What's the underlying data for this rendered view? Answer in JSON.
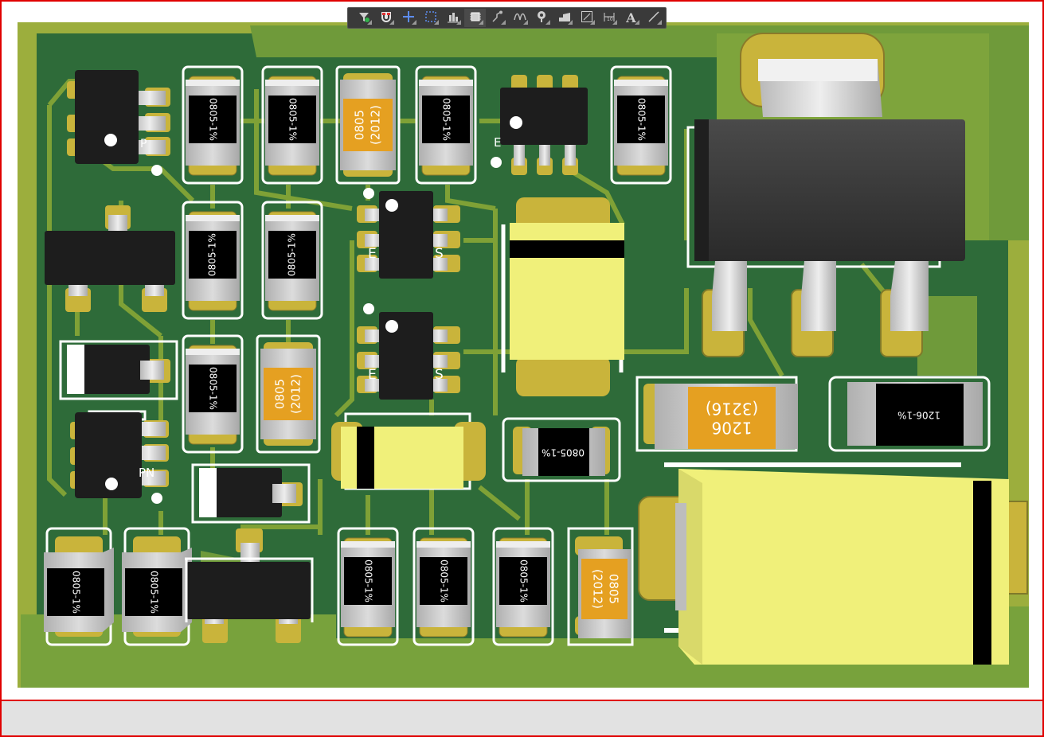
{
  "toolbar": {
    "tools": [
      {
        "name": "filter-tool-button",
        "icon": "filter-icon"
      },
      {
        "name": "snap-tool-button",
        "icon": "magnet-icon"
      },
      {
        "name": "cross-probe-button",
        "icon": "crosshair-icon"
      },
      {
        "name": "select-rect-button",
        "icon": "select-rect-icon"
      },
      {
        "name": "align-button",
        "icon": "align-icon"
      },
      {
        "name": "component-button",
        "icon": "chip-icon"
      },
      {
        "name": "route-button",
        "icon": "route-icon"
      },
      {
        "name": "diff-pair-button",
        "icon": "wave-icon"
      },
      {
        "name": "via-button",
        "icon": "via-icon"
      },
      {
        "name": "polygon-button",
        "icon": "polygon-icon"
      },
      {
        "name": "measure-button",
        "icon": "measure-icon"
      },
      {
        "name": "dimension-button",
        "icon": "dimension-icon"
      },
      {
        "name": "text-button",
        "icon": "text-icon",
        "glyph": "A"
      },
      {
        "name": "line-button",
        "icon": "line-icon"
      }
    ]
  },
  "components": {
    "r_0805_1pct": "0805-1%",
    "r_1206_1pct": "1206-1%",
    "c_0805_size": "0805",
    "c_0805_metric": "(2012)",
    "c_1206_size": "1206",
    "c_1206_metric": "(3216)"
  },
  "silkscreen": {
    "partial_e1": "E",
    "partial_e2": "E",
    "partial_s1": "S",
    "partial_e3": "E",
    "partial_s2": "S",
    "partial_pn": "PN",
    "partial_p": "P"
  },
  "colors": {
    "board_outline": "#e00000",
    "copper_dark": "#2c6b3a",
    "copper_light": "#7c9e33",
    "pad_gold": "#c9b43b",
    "silk_white": "#ffffff",
    "tantalum_yellow": "#f0f07a",
    "cap_orange": "#e5a021"
  }
}
